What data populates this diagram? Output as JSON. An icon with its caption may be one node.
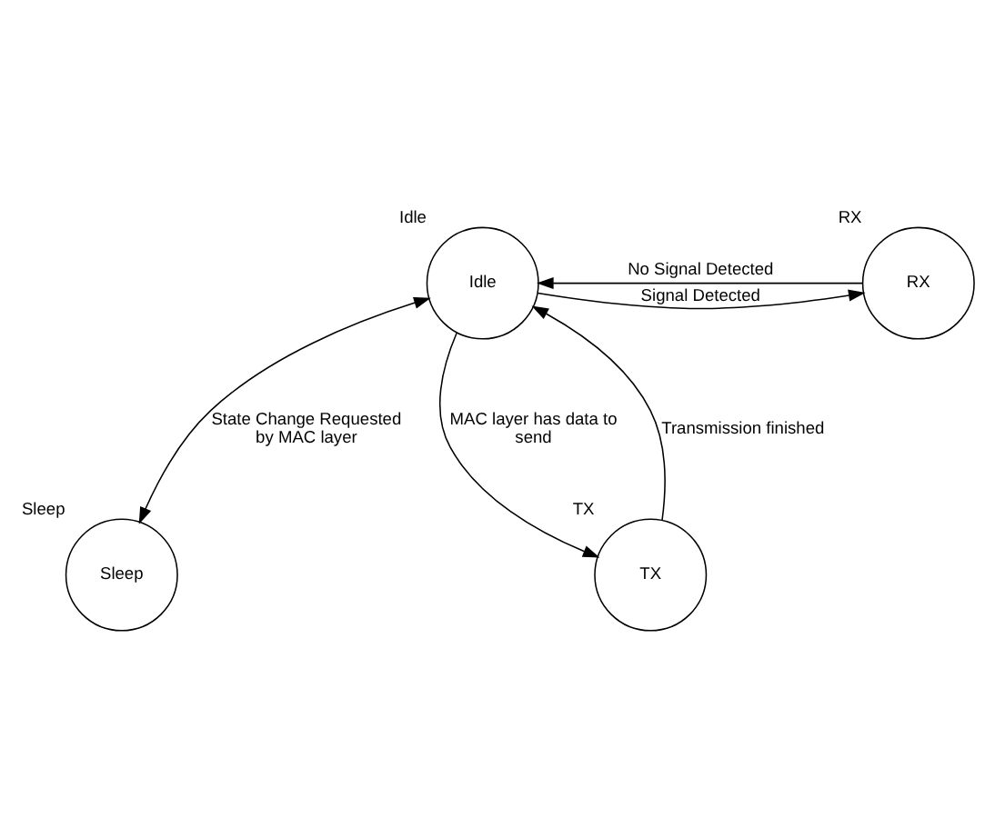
{
  "diagram": {
    "nodes": [
      {
        "text": [
          "Idle"
        ],
        "beside": [
          "Idle"
        ]
      },
      {
        "text": [
          "RX"
        ],
        "beside": [
          "RX"
        ]
      },
      {
        "text": [
          "Sleep"
        ],
        "beside": [
          "Sleep"
        ]
      },
      {
        "text": [
          "TX"
        ],
        "beside": [
          "TX"
        ]
      }
    ],
    "edges": [
      {
        "from": 1,
        "to": 0,
        "arrow": "to",
        "label": "No Signal Detected"
      },
      {
        "from": 0,
        "to": 1,
        "arrow": "to",
        "label": "Signal Detected"
      },
      {
        "from": 0,
        "to": 2,
        "arrow": "both",
        "label": "State Change Requested by MAC layer"
      },
      {
        "from": 0,
        "to": 3,
        "arrow": "to",
        "label": "MAC layer has data to send"
      },
      {
        "from": 3,
        "to": 0,
        "arrow": "to",
        "label": "Transmission finished"
      }
    ]
  }
}
